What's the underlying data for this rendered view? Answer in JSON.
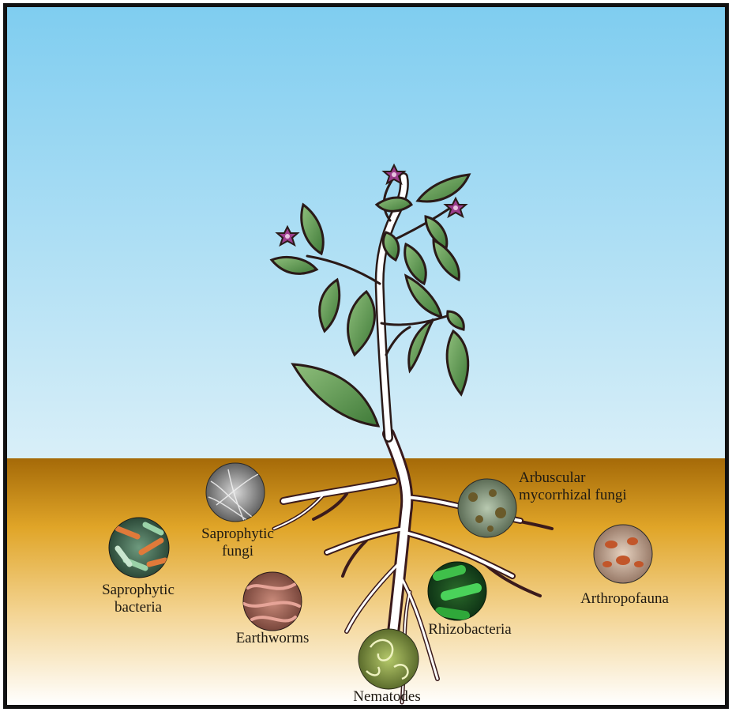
{
  "labels": {
    "saprophytic_fungi": "Saprophytic\nfungi",
    "saprophytic_bacteria": "Saprophytic\nbacteria",
    "earthworms": "Earthworms",
    "nematodes": "Nematodes",
    "rhizobacteria": "Rhizobacteria",
    "arbuscular_mycorrhizal_fungi": "Arbuscular\nmycorrhizal fungi",
    "arthropofauna": "Arthropofauna"
  },
  "organism_icons": {
    "saprophytic_fungi": "fungal-hyphae-micrograph-icon",
    "saprophytic_bacteria": "rod-bacteria-micrograph-icon",
    "earthworms": "earthworm-cluster-icon",
    "nematodes": "nematode-micrograph-icon",
    "rhizobacteria": "green-bacilli-micrograph-icon",
    "arbuscular_mycorrhizal_fungi": "mycorrhiza-micrograph-icon",
    "arthropofauna": "soil-mite-micrograph-icon"
  },
  "colors": {
    "sky_top": "#7fcdf0",
    "sky_bottom": "#d9eff8",
    "soil_top": "#a56a08",
    "soil_mid": "#e0a528",
    "soil_bottom": "#ffffff",
    "leaf": "#5f9a4f",
    "outline": "#2a1a18",
    "flower": "#9b3c8c",
    "root_outline": "#3a1a1c",
    "root_fill": "#ffffff"
  }
}
